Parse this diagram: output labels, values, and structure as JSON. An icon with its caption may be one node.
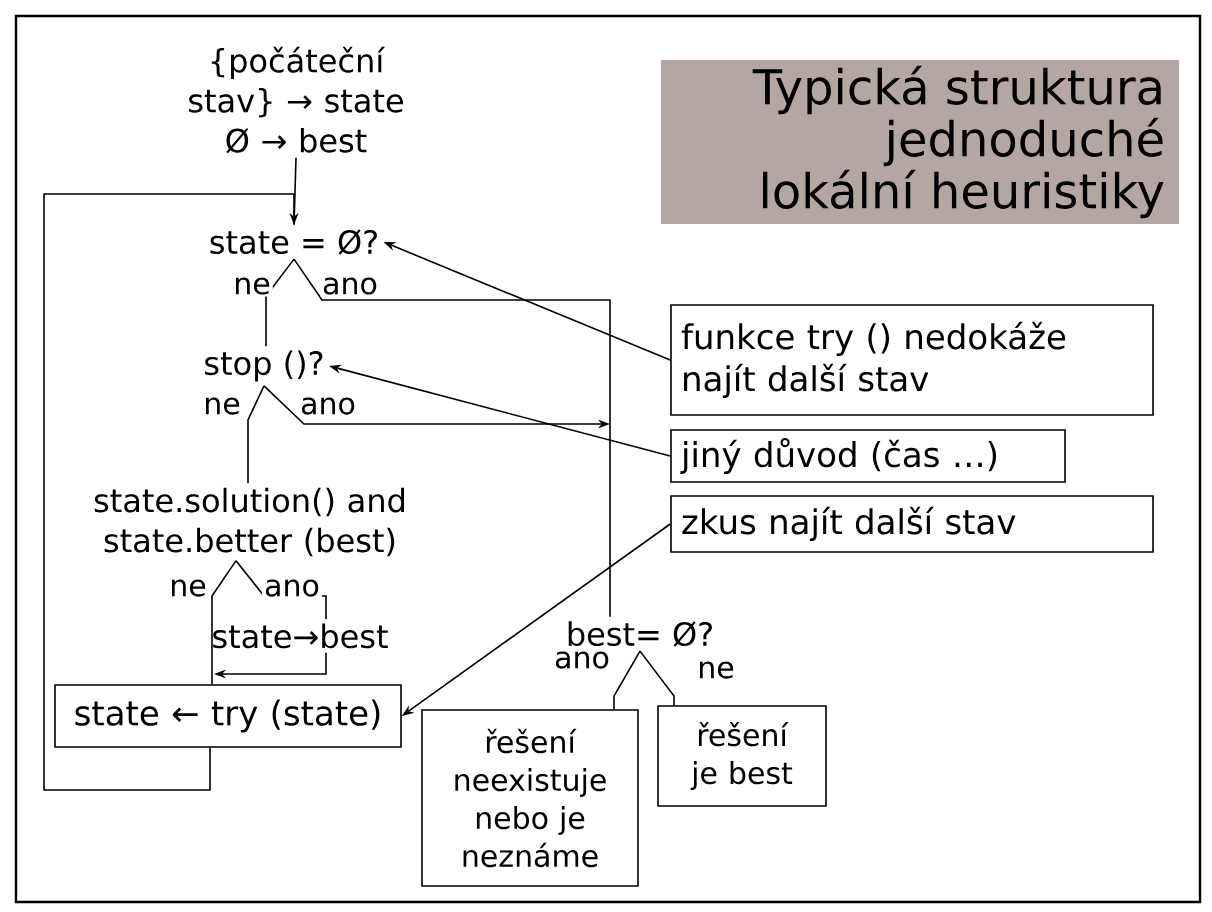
{
  "diagram": {
    "title": "Typická struktura jednoduché lokální heuristiky",
    "nodes": [
      {
        "text": [
          "{počáteční stav} → state",
          "Ø → best"
        ]
      },
      {
        "text": [
          "state = Ø?"
        ]
      },
      {
        "text": [
          "stop ()?"
        ]
      },
      {
        "text": [
          "state.solution() and state.better (best)"
        ]
      },
      {
        "text": [
          "state→best"
        ]
      },
      {
        "text": [
          "state ← try (state)"
        ]
      },
      {
        "text": [
          "best= Ø?"
        ]
      },
      {
        "text": [
          "řešení neexistuje nebo je neznáme"
        ]
      },
      {
        "text": [
          "řešení je best"
        ]
      },
      {
        "text": [
          "funkce try () nedokáže najít další stav"
        ]
      },
      {
        "text": [
          "jiný důvod (čas …)"
        ]
      },
      {
        "text": [
          "zkus najít další stav"
        ]
      }
    ],
    "edges": [
      {
        "from": 0,
        "to": 1,
        "arrow": "none"
      },
      {
        "from": 1,
        "to": 2,
        "arrow": "none",
        "label": "ne"
      },
      {
        "from": 1,
        "to": 6,
        "arrow": "none",
        "label": "ano"
      },
      {
        "from": 2,
        "to": 3,
        "arrow": "none",
        "label": "ne"
      },
      {
        "from": 2,
        "to": null,
        "arrow": "to",
        "label": "ano"
      },
      {
        "from": 3,
        "to": 5,
        "arrow": "none",
        "label": "ne"
      },
      {
        "from": 3,
        "to": 4,
        "arrow": "none",
        "label": "ano"
      },
      {
        "from": 4,
        "to": null,
        "arrow": "to"
      },
      {
        "from": 5,
        "to": 1,
        "arrow": "to"
      },
      {
        "from": 6,
        "to": 7,
        "arrow": "none",
        "label": "ano"
      },
      {
        "from": 6,
        "to": 8,
        "arrow": "none",
        "label": "ne"
      },
      {
        "from": 9,
        "to": 1,
        "arrow": "to"
      },
      {
        "from": 10,
        "to": 2,
        "arrow": "to"
      },
      {
        "from": 11,
        "to": 5,
        "arrow": "to"
      }
    ]
  }
}
